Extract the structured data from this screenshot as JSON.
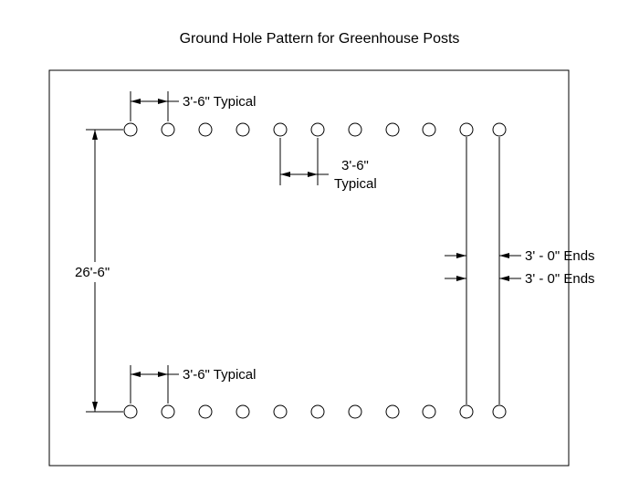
{
  "title": "Ground Hole Pattern for Greenhouse Posts",
  "labels": {
    "spacing_top": "3'-6\" Typical",
    "spacing_mid_1": "3'-6\"",
    "spacing_mid_2": "Typical",
    "span": "26'-6\"",
    "spacing_bottom": "3'-6\" Typical",
    "ends_1": "3' - 0\" Ends",
    "ends_2": "3' - 0\" Ends"
  },
  "holes": {
    "top_row_count": 11,
    "bottom_row_count": 11
  }
}
